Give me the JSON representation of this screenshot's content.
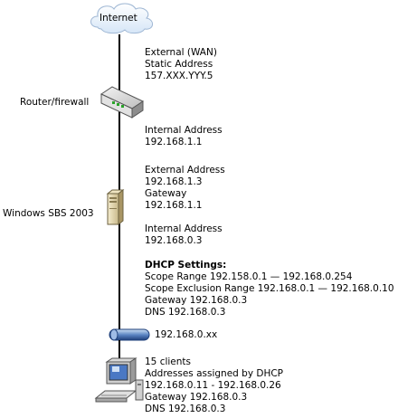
{
  "nodes": {
    "internet": "Internet",
    "router": "Router/firewall",
    "server": "Windows SBS 2003",
    "hub": "192.168.0.xx"
  },
  "wan": {
    "line1": "External (WAN)",
    "line2": "Static Address",
    "line3": "157.XXX.YYY.5"
  },
  "router_internal": {
    "line1": "Internal Address",
    "line2": "192.168.1.1"
  },
  "server_external": {
    "line1": "External Address",
    "line2": "192.168.1.3",
    "line3": "Gateway",
    "line4": "192.168.1.1"
  },
  "server_internal": {
    "line1": "Internal Address",
    "line2": "192.168.0.3"
  },
  "dhcp": {
    "heading": "DHCP Settings:",
    "line1": "Scope Range 192.158.0.1 — 192.168.0.254",
    "line2": "Scope Exclusion Range 192.168.0.1 — 192.168.0.10",
    "line3": "Gateway 192.168.0.3",
    "line4": "DNS 192.168.0.3"
  },
  "clients": {
    "line1": "15 clients",
    "line2": "Addresses assigned by DHCP",
    "line3": "192.168.0.11 - 192.168.0.26",
    "line4": "Gateway 192.168.0.3",
    "line5": "DNS 192.168.0.3"
  }
}
